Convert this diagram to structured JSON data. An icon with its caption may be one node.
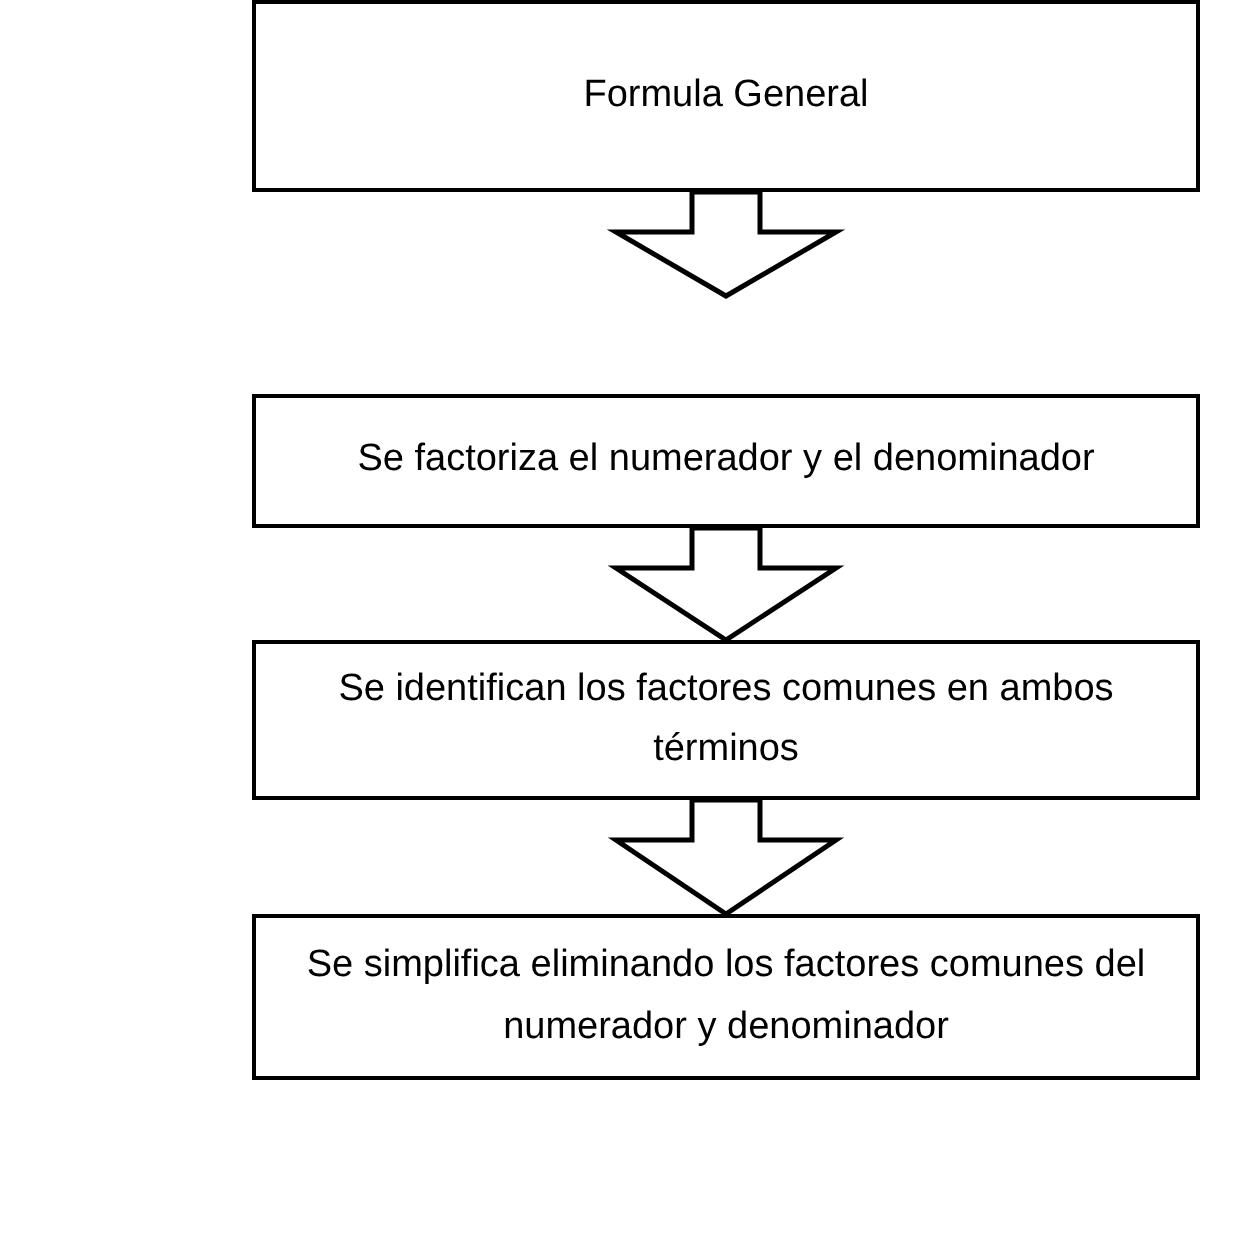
{
  "diagram": {
    "nodes": [
      {
        "text": [
          "Formula General"
        ]
      },
      {
        "text": [
          "Se factoriza el numerador y el denominador"
        ]
      },
      {
        "text": [
          "Se identifican los factores comunes en ambos términos"
        ]
      },
      {
        "text": [
          "Se simplifica eliminando los factores comunes del numerador y denominador"
        ]
      }
    ],
    "edges": [
      {
        "from": 0,
        "to": 1,
        "arrow": "to"
      },
      {
        "from": 1,
        "to": 2,
        "arrow": "to"
      },
      {
        "from": 2,
        "to": 3,
        "arrow": "to"
      }
    ]
  }
}
